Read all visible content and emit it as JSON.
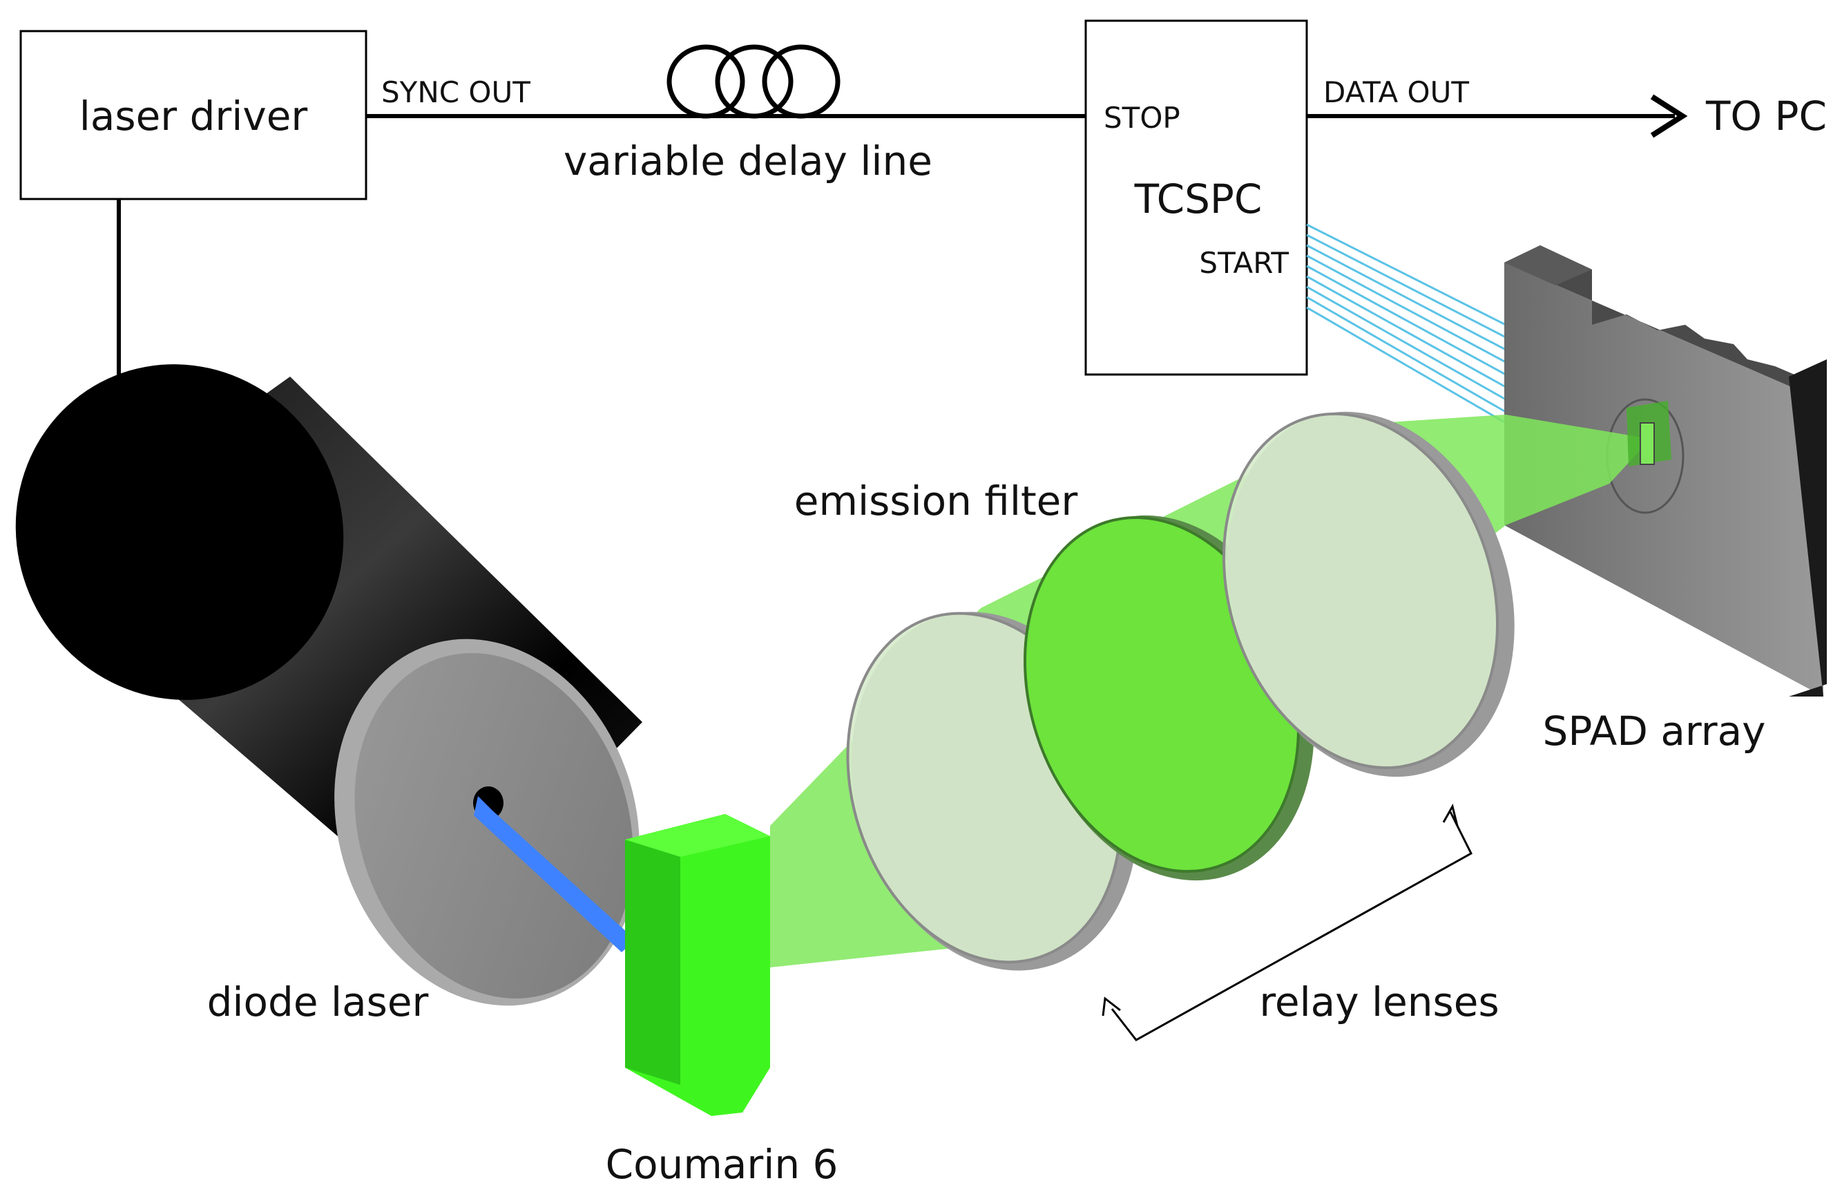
{
  "labels": {
    "laser_driver": "laser driver",
    "sync_out": "SYNC OUT",
    "delay_line": "variable delay line",
    "stop": "STOP",
    "tcspc": "TCSPC",
    "start": "START",
    "data_out": "DATA OUT",
    "to_pc": "TO PC",
    "emission_filter": "emission filter",
    "spad_array": "SPAD array",
    "diode_laser": "diode laser",
    "coumarin": "Coumarin 6",
    "relay_lenses": "relay lenses"
  },
  "colors": {
    "line": "#000000",
    "laser_body": "#0a0a0a",
    "laser_face": "#8a8a8a",
    "beam_blue": "#3f82ff",
    "sample_green": "#3ff51f",
    "light_green": "#7fe85a",
    "filter_green": "#6de33c",
    "lens_glass": "#cfe6c4",
    "spad_gray": "#8c8c8c",
    "fiber_blue": "#5bc3e6"
  }
}
